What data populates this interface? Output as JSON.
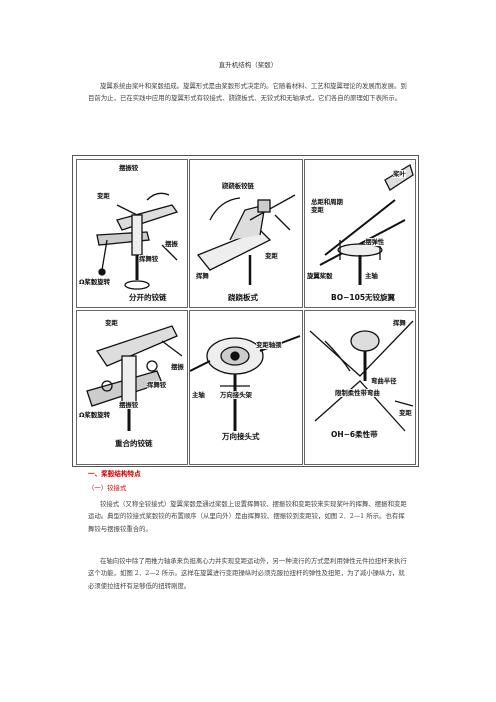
{
  "page": {
    "title": "直升机结构（桨毂）",
    "intro": "旋翼系统由桨叶和桨毂组成。旋翼形式是由桨毂形式决定的。它随着材料、工艺和旋翼理论的发展而发展。到目前为止，已在实践中应用的旋翼形式有铰接式、跷跷板式、无铰式和无轴承式，它们各自的原理如下表所示。"
  },
  "figure": {
    "panels": [
      {
        "caption": "分开的铰链",
        "labels": [
          "摆振铰",
          "变距",
          "挥舞铰",
          "Ω桨毂旋转",
          "摆振"
        ]
      },
      {
        "caption": "跷跷板式",
        "labels": [
          "跷跷板铰链",
          "变距",
          "挥舞"
        ]
      },
      {
        "caption": "BO−105无铰旋翼",
        "labels": [
          "总距和周期变距",
          "摆弹性",
          "桨叶",
          "旋翼桨毂",
          "主轴"
        ]
      },
      {
        "caption": "重合的铰链",
        "labels": [
          "变距",
          "摆振",
          "挥舞铰",
          "Ω桨毂旋转",
          "摆振铰"
        ]
      },
      {
        "caption": "万向接头式",
        "labels": [
          "变距轴颈",
          "主轴",
          "万向接头架"
        ]
      },
      {
        "caption": "OH−6柔性带",
        "labels": [
          "挥舞",
          "弯曲半径",
          "限制柔性带弯曲",
          "变距"
        ]
      }
    ]
  },
  "section": {
    "heading": "一、桨毂结构特点",
    "subheading": "（一）铰接式",
    "para1": "铰接式（又称全铰接式）旋翼桨毂是通过桨毂上设置挥舞铰、摆振铰和变距铰来实现桨叶的挥舞、摆振和变距运动。典型的铰接式桨毂铰的布置顺序（从里向外）是由挥舞铰、摆振铰到变距铰，如图 2．2—1 所示。也有挥舞铰与摆振铰重合的。",
    "para2": "在轴向铰中除了用推力轴承来负担离心力并实现变距运动外，另一种流行的方式是利用弹性元件拉扭杆来执行这个功能，如图 2．2—2 所示。这样在旋翼进行变距操纵时必须克服拉扭杆的弹性及扭矩，为了减小操纵力，就必须使拉扭杆有足够低的扭转刚度。"
  }
}
